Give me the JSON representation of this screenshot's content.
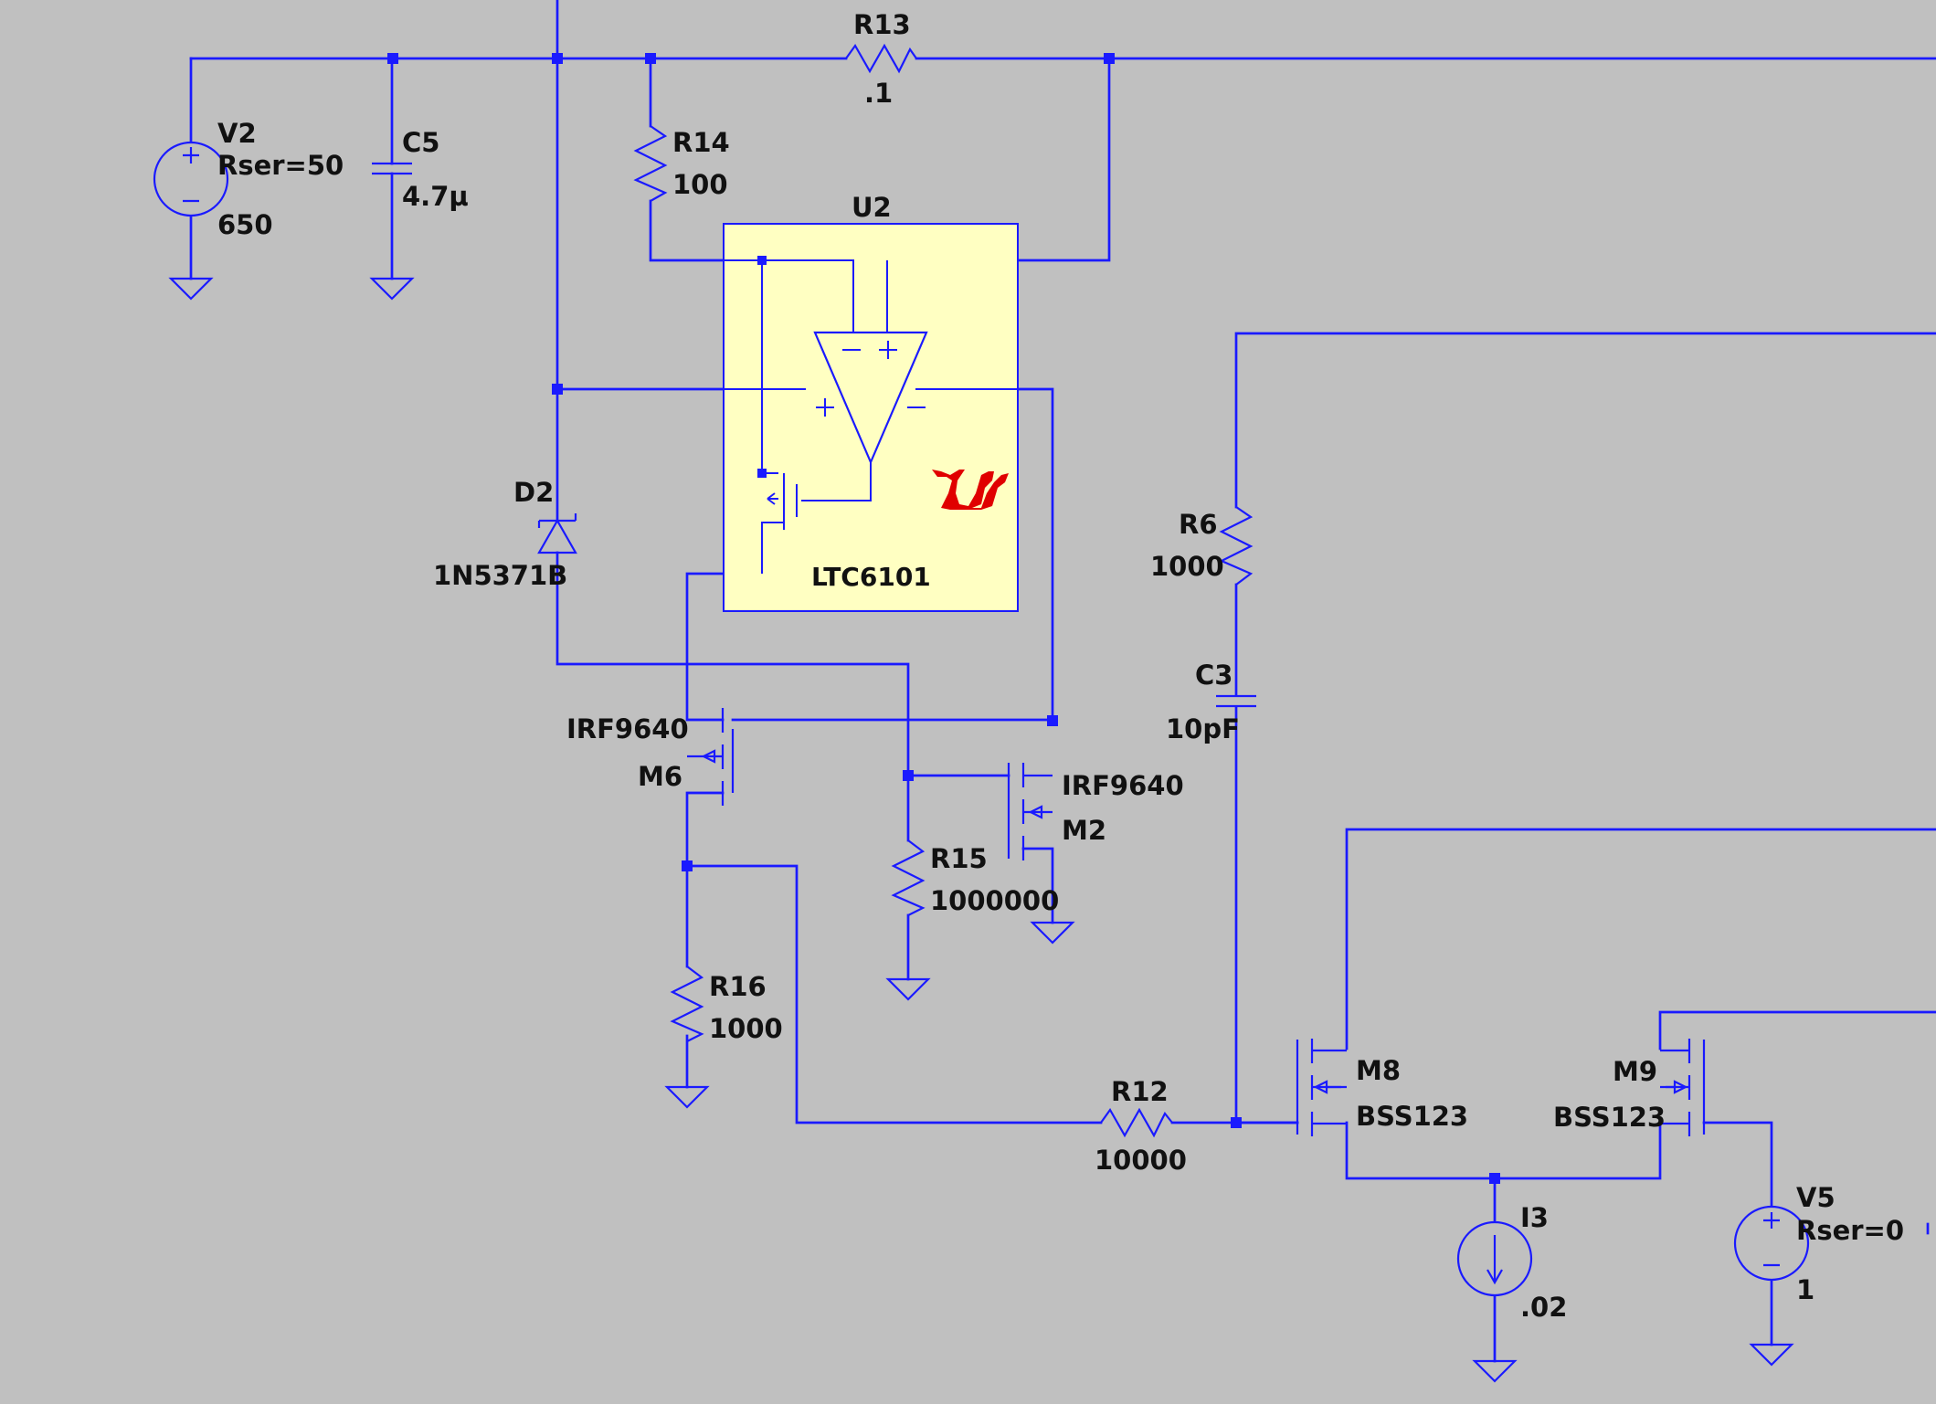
{
  "labels": {
    "v2_name": "V2",
    "v2_rser": "Rser=50",
    "v2_value": "650",
    "c5_name": "C5",
    "c5_value": "4.7µ",
    "r13_name": "R13",
    "r13_value": ".1",
    "r14_name": "R14",
    "r14_value": "100",
    "u2_name": "U2",
    "u2_part": "LTC6101",
    "u2_logo": "LT",
    "d2_name": "D2",
    "d2_part": "1N5371B",
    "m6_part": "IRF9640",
    "m6_name": "M6",
    "m2_part": "IRF9640",
    "m2_name": "M2",
    "r15_name": "R15",
    "r15_value": "1000000",
    "r16_name": "R16",
    "r16_value": "1000",
    "r6_name": "R6",
    "r6_value": "1000",
    "c3_name": "C3",
    "c3_value": "10pF",
    "r12_name": "R12",
    "r12_value": "10000",
    "m8_name": "M8",
    "m8_part": "BSS123",
    "m9_name": "M9",
    "m9_part": "BSS123",
    "i3_name": "I3",
    "i3_value": ".02",
    "v5_name": "V5",
    "v5_rser": "Rser=0",
    "v5_value": "1"
  },
  "colors": {
    "background": "#c0c0c0",
    "wire": "#1a1aff",
    "ic_fill": "#ffffc2",
    "logo": "#e00000",
    "text": "#111111"
  },
  "icons": [
    "voltage-source-icon",
    "capacitor-icon",
    "resistor-icon",
    "zener-diode-icon",
    "opamp-icon",
    "mosfet-icon",
    "current-source-icon",
    "ground-icon",
    "lt-logo-icon"
  ]
}
